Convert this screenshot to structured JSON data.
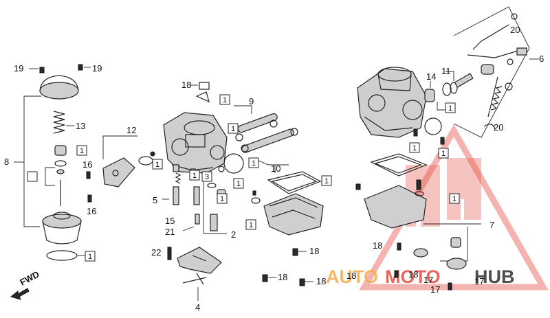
{
  "callouts": {
    "c1": "1",
    "c2": "2",
    "c3": "3",
    "c4": "4",
    "c5": "5",
    "c6": "6",
    "c7": "7",
    "c8": "8",
    "c9": "9",
    "c10": "10",
    "c11": "11",
    "c12": "12",
    "c13": "13",
    "c14": "14",
    "c15": "15",
    "c16": "16",
    "c17": "17",
    "c18": "18",
    "c19": "19",
    "c20": "20",
    "c21": "21",
    "c22": "22"
  },
  "fwd_label": "FWD",
  "watermark": {
    "part1": "AUTO",
    "part2": "MOTO",
    "part3": "HUB",
    "color_red": "#e23a2e",
    "color_orange": "#f2a23a",
    "color_dark": "#2e2e2e"
  }
}
